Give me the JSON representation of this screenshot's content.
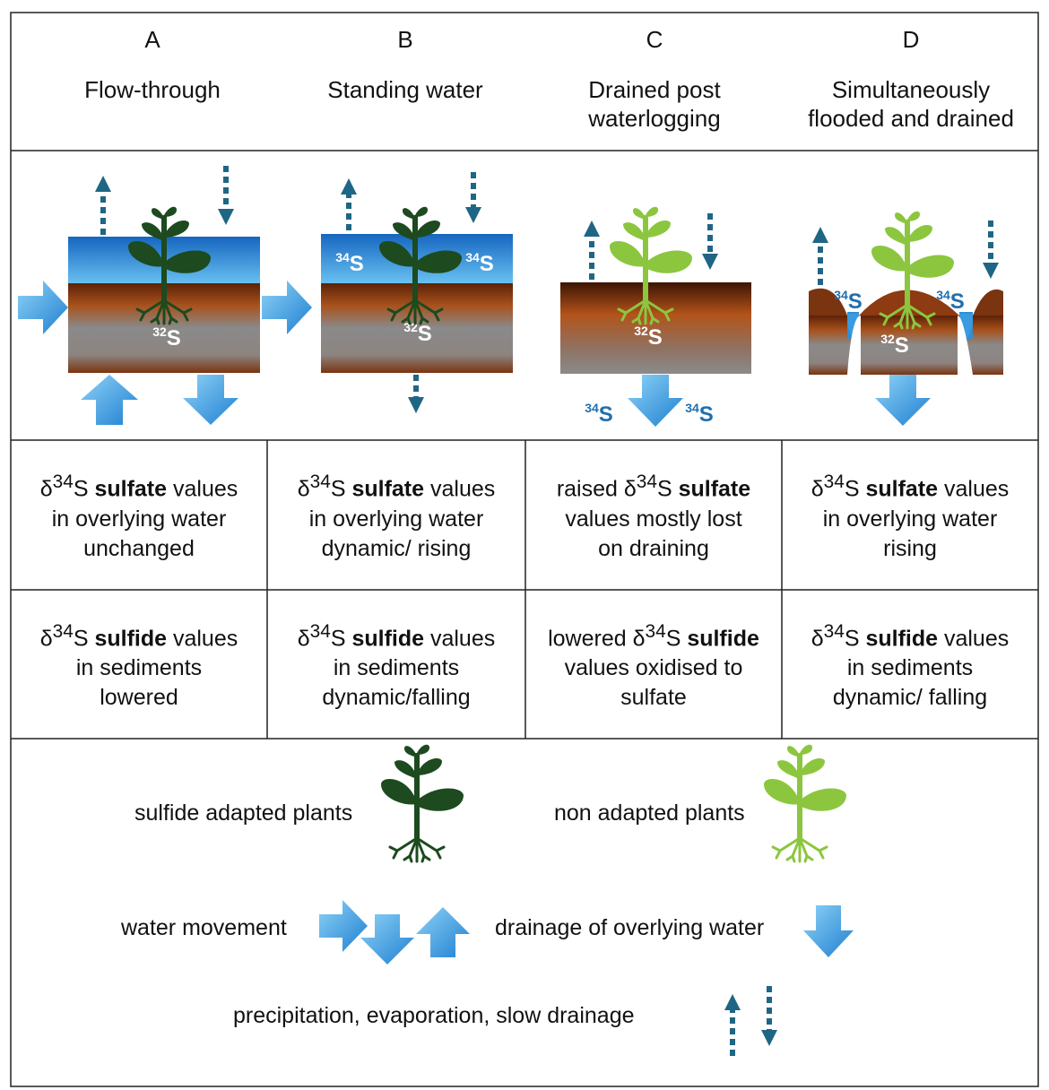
{
  "columns": [
    {
      "letter": "A",
      "title_line1": "Flow-through",
      "title_line2": ""
    },
    {
      "letter": "B",
      "title_line1": "Standing water",
      "title_line2": ""
    },
    {
      "letter": "C",
      "title_line1": "Drained post",
      "title_line2": "waterlogging"
    },
    {
      "letter": "D",
      "title_line1": "Simultaneously",
      "title_line2": "flooded and drained"
    }
  ],
  "isotopes": {
    "s34": "34S",
    "s32": "32S"
  },
  "sulfate_row": [
    {
      "pre": "δ",
      "sup": "34",
      "mid": "S ",
      "bold": "sulfate",
      "post": " values",
      "line2": "in overlying water",
      "line3": "unchanged"
    },
    {
      "pre": "δ",
      "sup": "34",
      "mid": "S ",
      "bold": "sulfate",
      "post": " values",
      "line2": "in overlying water",
      "line3": "dynamic/ rising"
    },
    {
      "pre": "raised δ",
      "sup": "34",
      "mid": "S ",
      "bold": "sulfate",
      "post": "",
      "line2": "values mostly lost",
      "line3": "on draining"
    },
    {
      "pre": "δ",
      "sup": "34",
      "mid": "S ",
      "bold": "sulfate",
      "post": " values",
      "line2": "in overlying water",
      "line3": "rising"
    }
  ],
  "sulfide_row": [
    {
      "pre": "δ",
      "sup": "34",
      "mid": "S ",
      "bold": "sulfide",
      "post": " values",
      "line2": "in sediments",
      "line3": "lowered"
    },
    {
      "pre": "δ",
      "sup": "34",
      "mid": "S ",
      "bold": "sulfide",
      "post": " values",
      "line2": "in sediments",
      "line3": "dynamic/falling"
    },
    {
      "pre": "lowered δ",
      "sup": "34",
      "mid": "S ",
      "bold": "sulfide",
      "post": "",
      "line2": "values oxidised to",
      "line3": "sulfate"
    },
    {
      "pre": "δ",
      "sup": "34",
      "mid": "S ",
      "bold": "sulfide",
      "post": " values",
      "line2": "in sediments",
      "line3": "dynamic/ falling"
    }
  ],
  "legend": {
    "adapted": "sulfide adapted plants",
    "non_adapted": "non adapted plants",
    "water_movement": "water movement",
    "drainage": "drainage of overlying water",
    "precip": "precipitation, evaporation, slow drainage"
  },
  "colors": {
    "dark_plant": "#1d4a1f",
    "light_plant": "#8cc63f",
    "arrow_blue": "#2f8fd6",
    "dotted_arrow": "#1f6685",
    "water_blue": "#3a9be0",
    "sediment_brown": "#7a3410",
    "sediment_gray": "#8a8a8a",
    "border": "#222222"
  }
}
